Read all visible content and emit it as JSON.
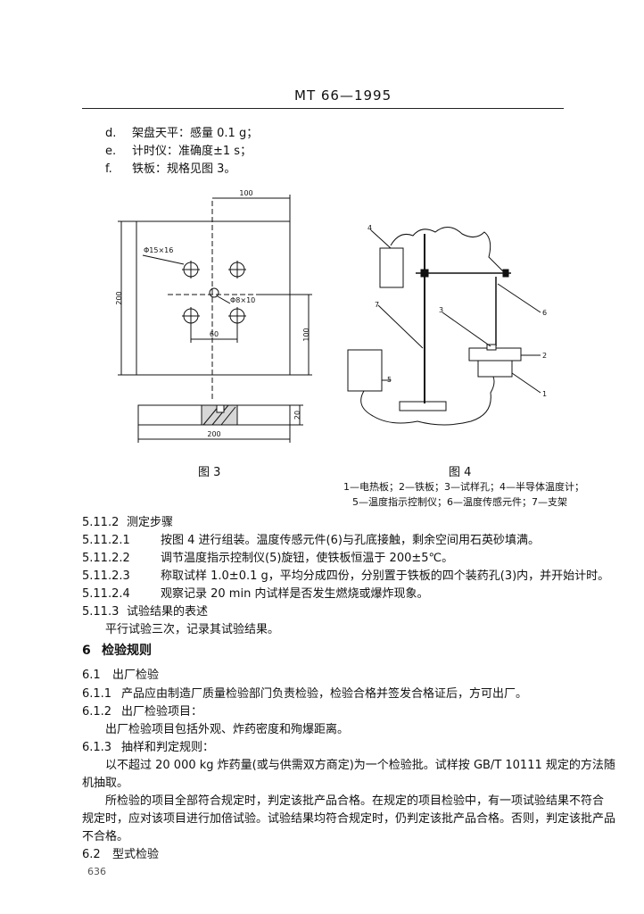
{
  "header": {
    "title": "MT 66—1995"
  },
  "equipment": [
    {
      "label": "d.",
      "text": "架盘天平：感量 0.1 g；"
    },
    {
      "label": "e.",
      "text": "计时仪：准确度±1 s；"
    },
    {
      "label": "f.",
      "text": "铁板：规格见图 3。"
    }
  ],
  "fig3": {
    "dims": {
      "top": "100",
      "left": "200",
      "right": "100",
      "bottom": "200",
      "side": "20",
      "hole_pitch": "60",
      "hole_big": "Φ15×16",
      "hole_small": "Φ8×10"
    },
    "caption": "图 3"
  },
  "fig4": {
    "callouts": [
      "1",
      "2",
      "3",
      "4",
      "5",
      "6",
      "7"
    ],
    "caption": "图 4",
    "legend_line1": "1—电热板；2—铁板；3—试样孔；4—半导体温度计；",
    "legend_line2": "5—温度指示控制仪；6—温度传感元件；7—支架"
  },
  "s5_11_2": {
    "num": "5.11.2",
    "title": "测定步骤"
  },
  "steps": [
    {
      "num": "5.11.2.1",
      "text": "按图 4 进行组装。温度传感元件(6)与孔底接触，剩余空间用石英砂填满。"
    },
    {
      "num": "5.11.2.2",
      "text": "调节温度指示控制仪(5)旋钮，使铁板恒温于 200±5℃。"
    },
    {
      "num": "5.11.2.3",
      "text": "称取试样 1.0±0.1 g，平均分成四份，分别置于铁板的四个装药孔(3)内，并开始计时。"
    },
    {
      "num": "5.11.2.4",
      "text": "观察记录 20 min 内试样是否发生燃烧或爆炸现象。"
    }
  ],
  "s5_11_3": {
    "num": "5.11.3",
    "title": "试验结果的表述",
    "body": "平行试验三次，记录其试验结果。"
  },
  "s6": {
    "num": "6",
    "title": "检验规则"
  },
  "s6_1": {
    "num": "6.1",
    "title": "出厂检验"
  },
  "s6_1_1": {
    "num": "6.1.1",
    "text": "产品应由制造厂质量检验部门负责检验，检验合格并签发合格证后，方可出厂。"
  },
  "s6_1_2": {
    "num": "6.1.2",
    "text": "出厂检验项目：",
    "body": "出厂检验项目包括外观、炸药密度和殉爆距离。"
  },
  "s6_1_3": {
    "num": "6.1.3",
    "text": "抽样和判定规则：",
    "p1a": "以不超过 20 000 kg 炸药量(或与供需双方商定)为一个检验批。试样按 GB/T 10111 规定的方法随",
    "p1b": "机抽取。",
    "p2a": "所检验的项目全部符合规定时，判定该批产品合格。在规定的项目检验中，有一项试验结果不符合",
    "p2b": "规定时，应对该项目进行加倍试验。试验结果均符合规定时，仍判定该批产品合格。否则，判定该批产品",
    "p2c": "不合格。"
  },
  "s6_2": {
    "num": "6.2",
    "title": "型式检验"
  },
  "footer": {
    "page_number": "636"
  }
}
